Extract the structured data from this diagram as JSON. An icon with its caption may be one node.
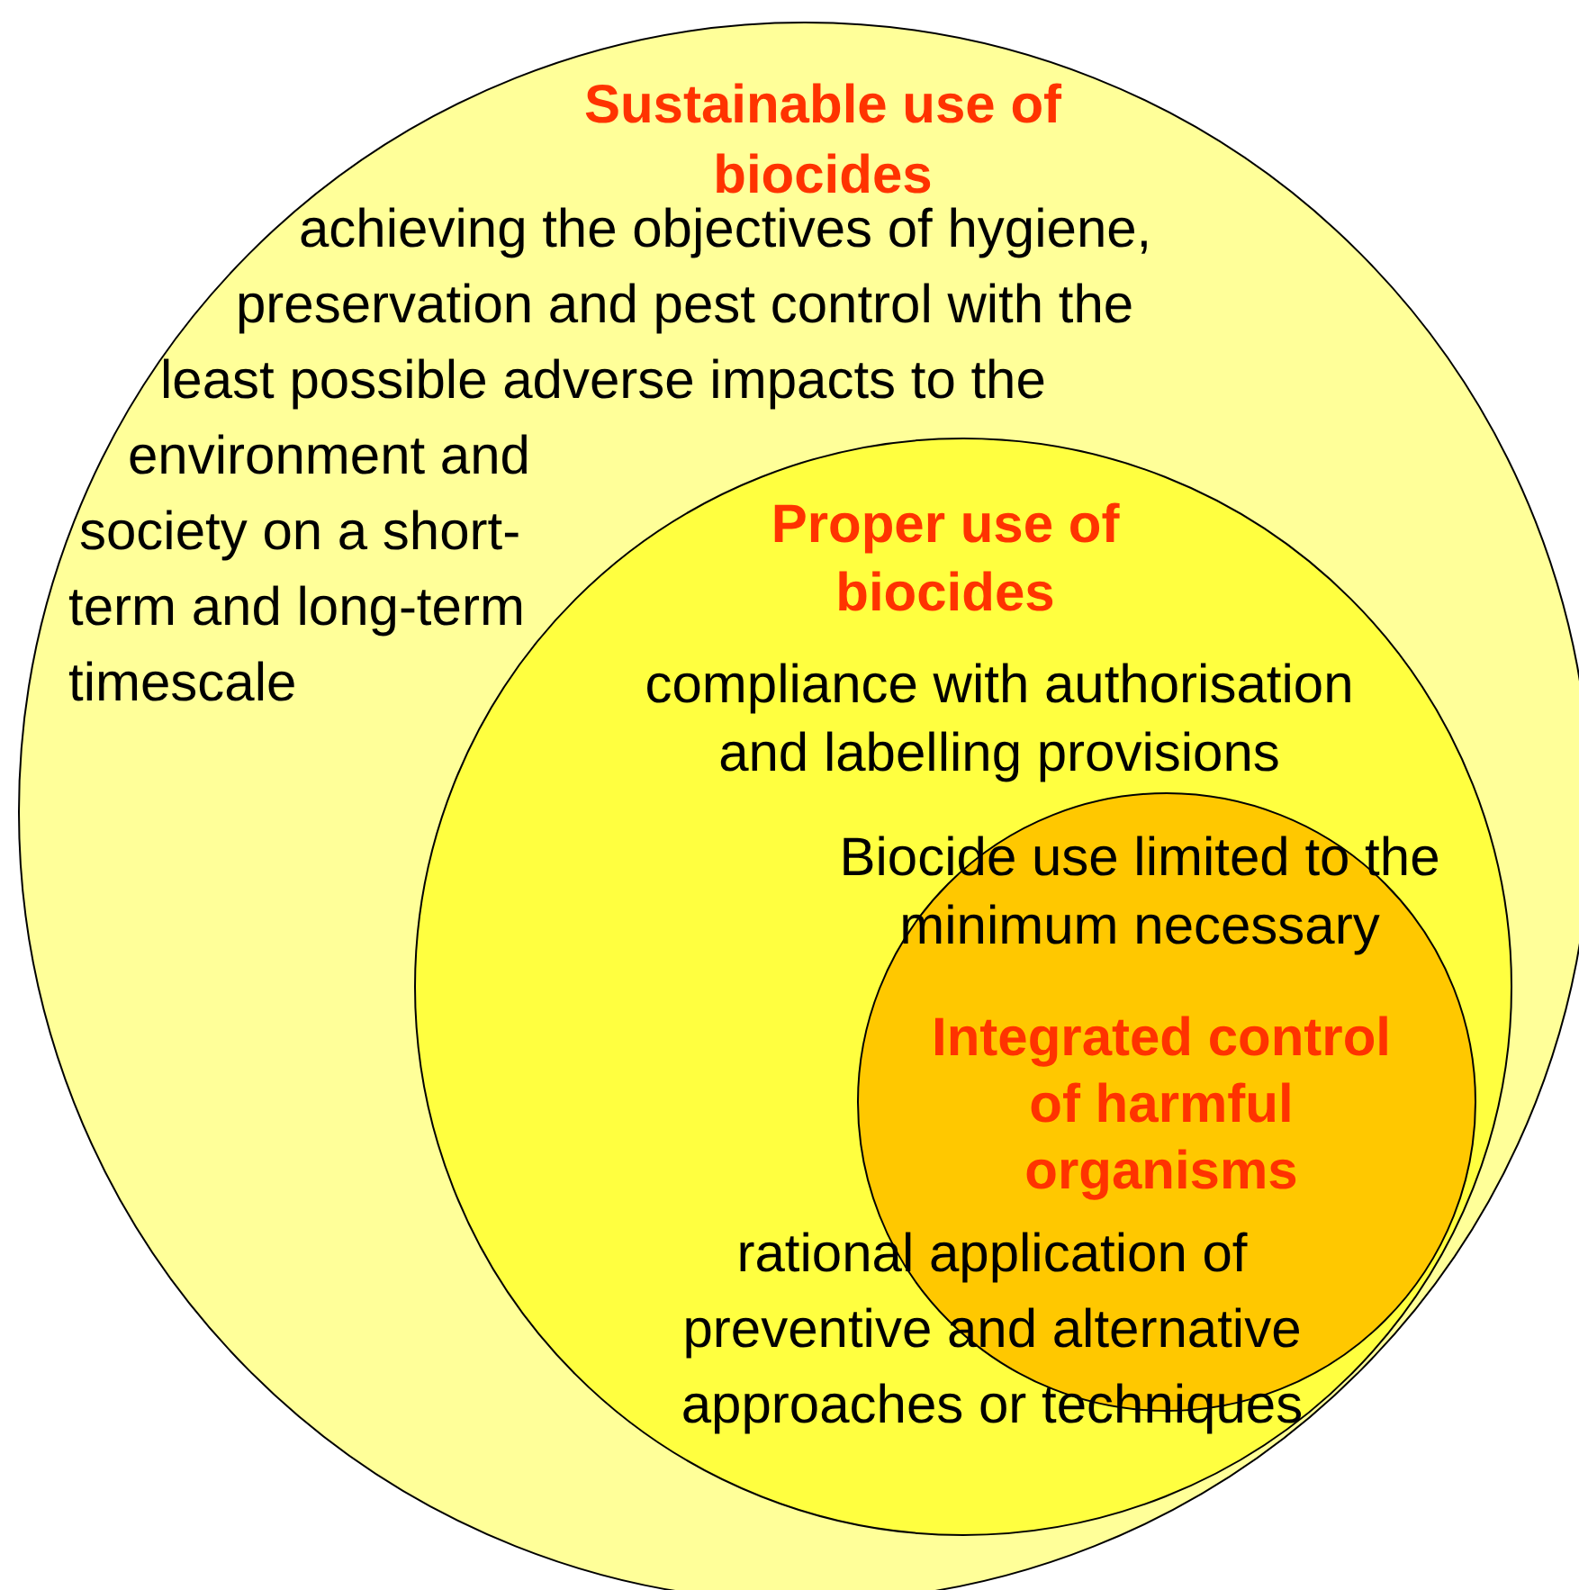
{
  "diagram": {
    "nodes": [
      {
        "text": [
          "Sustainable use of biocides",
          "achieving the objectives of hygiene, preservation and pest control with the least possible adverse impacts to the environment and society on a short-term and long-term timescale"
        ]
      },
      {
        "text": [
          "Proper use of biocides",
          "compliance with authorisation and labelling provisions"
        ],
        "in": 0
      },
      {
        "text": [
          "Biocide use limited to the minimum necessary",
          "Integrated control of harmful organisms",
          "rational application of preventive and alternative approaches or techniques"
        ],
        "in": 1
      }
    ],
    "edges": []
  }
}
